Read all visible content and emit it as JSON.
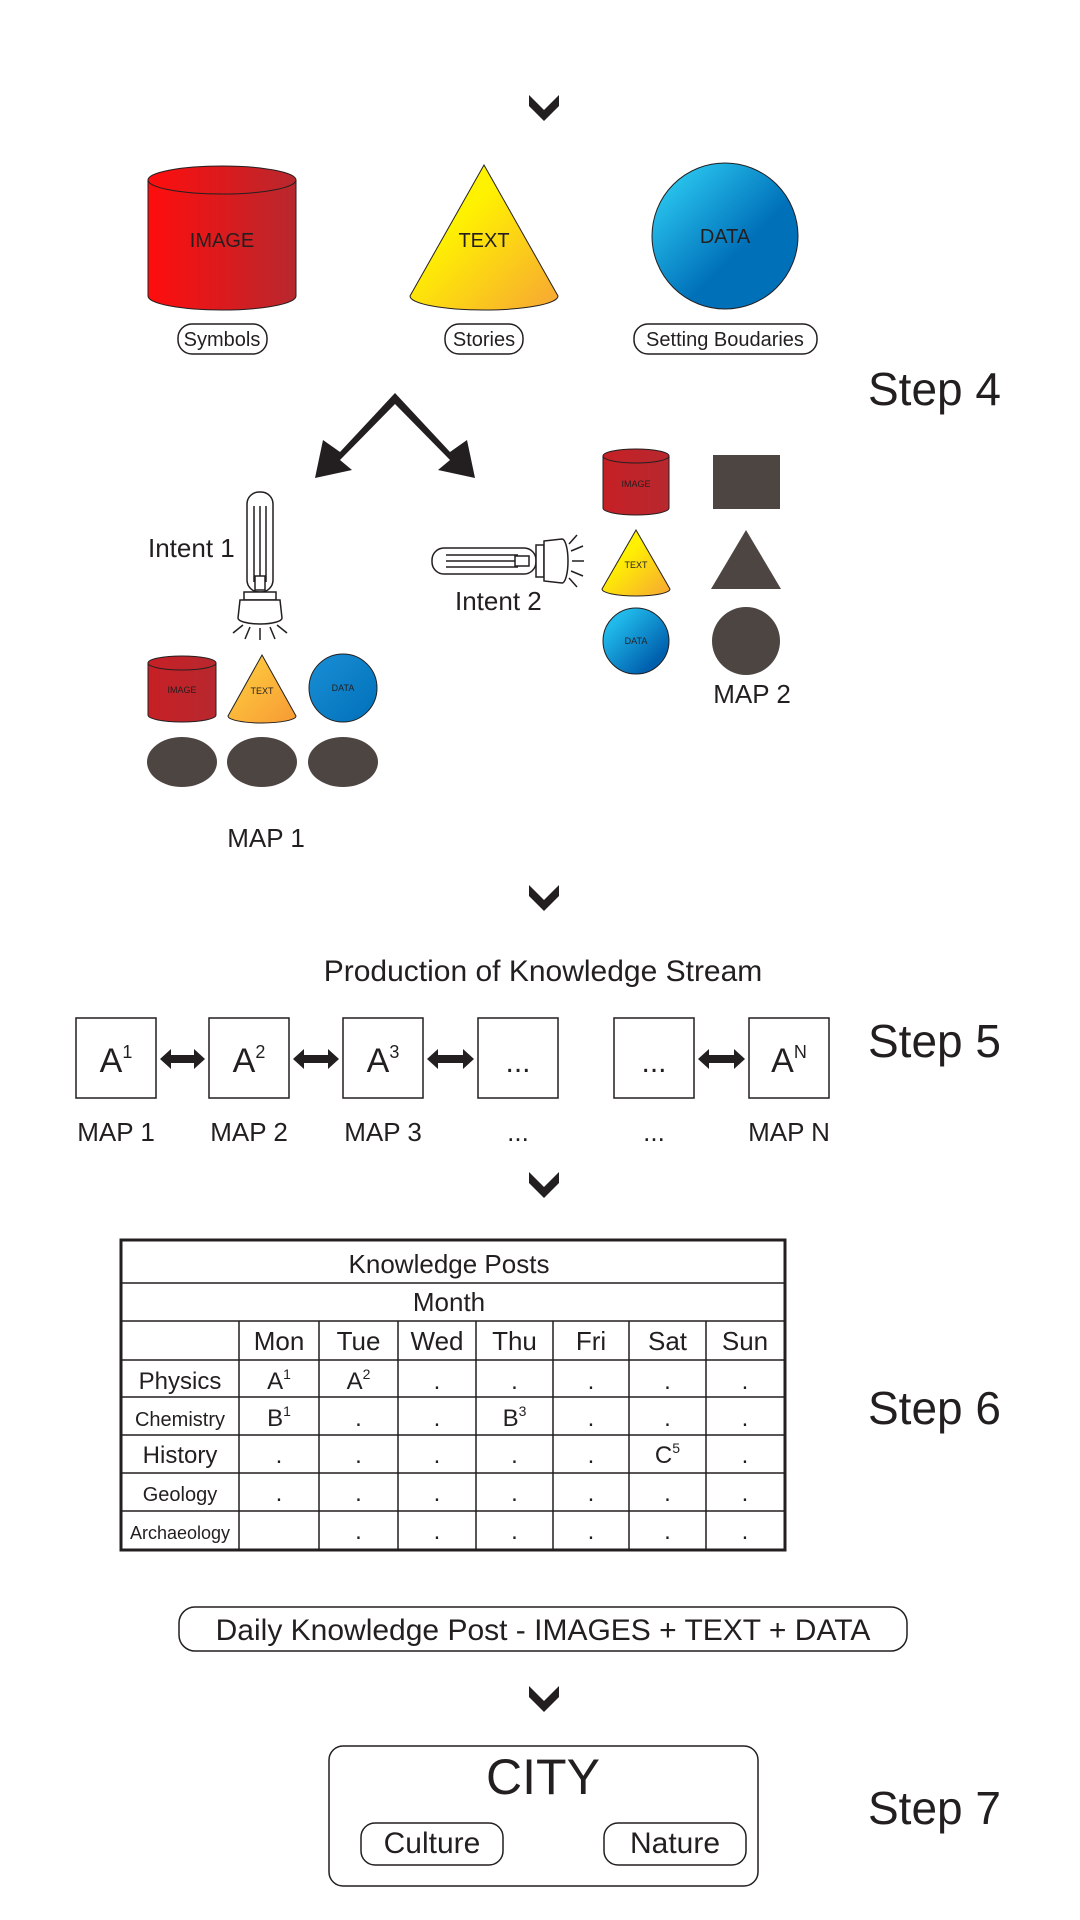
{
  "step4": {
    "label": "Step 4",
    "sources": [
      {
        "text": "IMAGE",
        "tag": "Symbols",
        "color": "#e4151d"
      },
      {
        "text": "TEXT",
        "tag": "Stories",
        "color": "#ffe600"
      },
      {
        "text": "DATA",
        "tag": "Setting Boudaries",
        "color": "#0089d0"
      }
    ],
    "intent1": "Intent 1",
    "intent2": "Intent 2",
    "map1": "MAP 1",
    "map2": "MAP 2",
    "small_image": "IMAGE",
    "small_text": "TEXT",
    "small_data": "DATA"
  },
  "step5": {
    "label": "Step 5",
    "title": "Production of Knowledge Stream",
    "boxes": [
      {
        "base": "A",
        "sup": "1",
        "caption": "MAP 1"
      },
      {
        "base": "A",
        "sup": "2",
        "caption": "MAP 2"
      },
      {
        "base": "A",
        "sup": "3",
        "caption": "MAP 3"
      },
      {
        "base": "...",
        "sup": "",
        "caption": "..."
      },
      {
        "base": "...",
        "sup": "",
        "caption": "..."
      },
      {
        "base": "A",
        "sup": "N",
        "caption": "MAP N"
      }
    ]
  },
  "step6": {
    "label": "Step 6",
    "table_title": "Knowledge Posts",
    "table_subtitle": "Month",
    "days": [
      "Mon",
      "Tue",
      "Wed",
      "Thu",
      "Fri",
      "Sat",
      "Sun"
    ],
    "rows": [
      {
        "subject": "Physics",
        "cells": [
          [
            "A",
            "1"
          ],
          [
            "A",
            "2"
          ],
          [
            ".",
            ""
          ],
          [
            ".",
            ""
          ],
          [
            ".",
            ""
          ],
          [
            ".",
            ""
          ],
          [
            ".",
            ""
          ]
        ]
      },
      {
        "subject": "Chemistry",
        "cells": [
          [
            "B",
            "1"
          ],
          [
            ".",
            ""
          ],
          [
            ".",
            ""
          ],
          [
            "B",
            "3"
          ],
          [
            ".",
            ""
          ],
          [
            ".",
            ""
          ],
          [
            ".",
            ""
          ]
        ]
      },
      {
        "subject": "History",
        "cells": [
          [
            ".",
            ""
          ],
          [
            ".",
            ""
          ],
          [
            ".",
            ""
          ],
          [
            ".",
            ""
          ],
          [
            ".",
            ""
          ],
          [
            "C",
            "5"
          ],
          [
            ".",
            ""
          ]
        ]
      },
      {
        "subject": "Geology",
        "cells": [
          [
            ".",
            ""
          ],
          [
            ".",
            ""
          ],
          [
            ".",
            ""
          ],
          [
            ".",
            ""
          ],
          [
            ".",
            ""
          ],
          [
            ".",
            ""
          ],
          [
            ".",
            ""
          ]
        ]
      },
      {
        "subject": "Archaeology",
        "cells": [
          [
            "",
            ""
          ],
          [
            ".",
            ""
          ],
          [
            ".",
            ""
          ],
          [
            ".",
            ""
          ],
          [
            ".",
            ""
          ],
          [
            ".",
            ""
          ],
          [
            ".",
            ""
          ]
        ]
      }
    ],
    "daily_post": "Daily Knowledge Post - IMAGES + TEXT + DATA"
  },
  "step7": {
    "label": "Step 7",
    "city": "CITY",
    "culture": "Culture",
    "nature": "Nature"
  },
  "colors": {
    "ink": "#231f20",
    "shape_gray": "#4d4542",
    "red": "#e4151d",
    "dark_red": "#c1272d",
    "yellow": "#ffe600",
    "orange": "#f7a535",
    "cyan": "#29c4ef",
    "blue": "#0070b9"
  }
}
